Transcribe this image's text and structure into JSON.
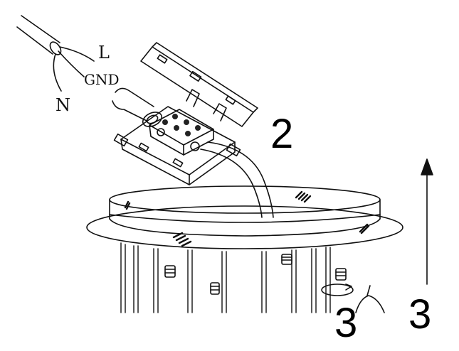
{
  "diagram": {
    "wire_labels": {
      "live": "L",
      "ground": "GND",
      "neutral": "N"
    },
    "step_labels": {
      "junction_box_step": "2",
      "rotate_step": "3",
      "lift_step": "3"
    },
    "colors": {
      "line": "#111111",
      "background": "#ffffff",
      "fill_dark": "#222222"
    }
  }
}
